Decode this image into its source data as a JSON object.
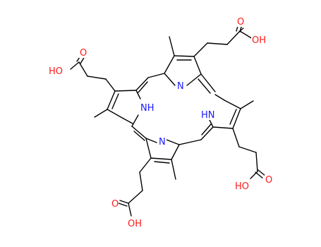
{
  "molecule": {
    "labels": {
      "n_top": "N",
      "n_bottom": "N",
      "nh_left": "NH",
      "hn_right": "HN",
      "o_top_right": "O",
      "oh_top_right": "OH",
      "o_top_left": "O",
      "ho_top_left": "HO",
      "o_bottom_right": "O",
      "ho_bottom_right": "HO",
      "o_bottom_left": "O",
      "oh_bottom_left": "OH"
    },
    "colors": {
      "bond": "#000000",
      "nitrogen": "#1a1aff",
      "oxygen": "#ff1a1a",
      "background": "#ffffff"
    }
  }
}
